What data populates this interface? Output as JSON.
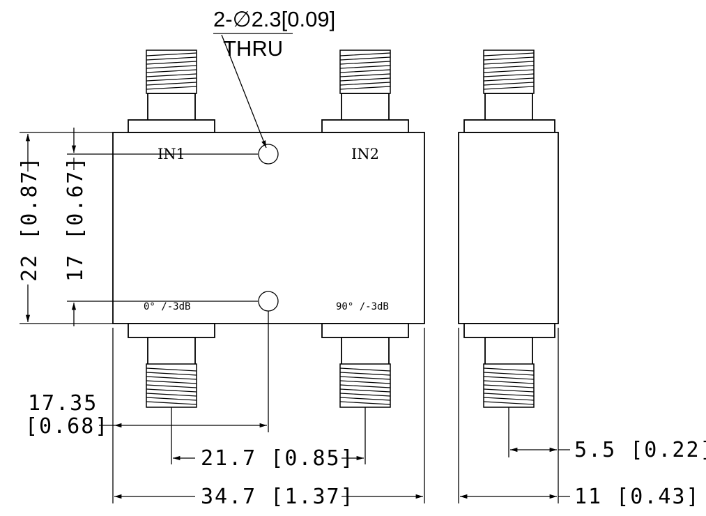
{
  "hole_callout": {
    "line1": "2-∅2.3[0.09]",
    "line2": "THRU"
  },
  "port_labels": {
    "in1": "IN1",
    "in2": "IN2",
    "out1": "0° /-3dB",
    "out2": "90° /-3dB"
  },
  "dimensions": {
    "height_overall": "22 [0.87]",
    "height_holes": "17 [0.67]",
    "hole_offset_value": "17.35",
    "hole_offset_inch": "[0.68]",
    "port_spacing": "21.7 [0.85]",
    "width_overall": "34.7 [1.37]",
    "side_connector_offset": "5.5 [0.22]",
    "side_width": "11 [0.43]"
  }
}
